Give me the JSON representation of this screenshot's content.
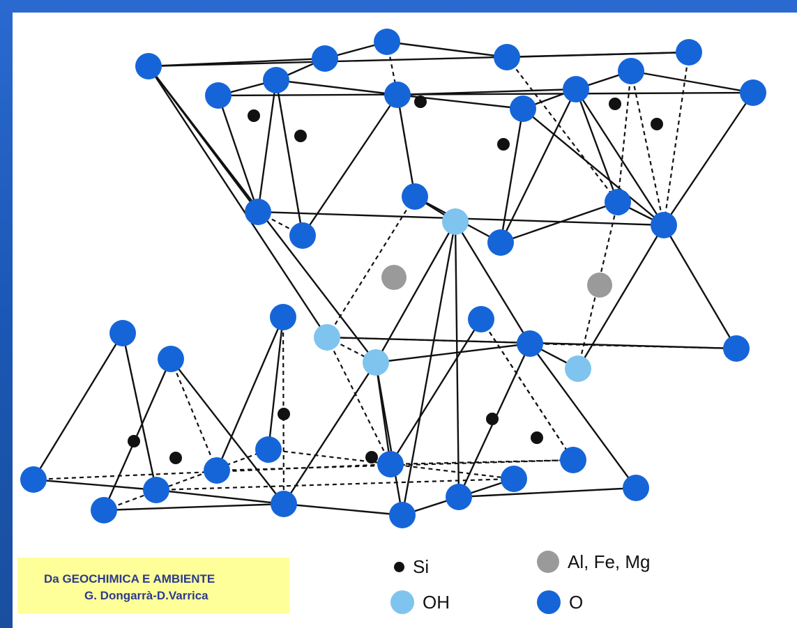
{
  "credit": {
    "line1": "Da GEOCHIMICA E AMBIENTE",
    "line2": "G. Dongarrà-D.Varrica"
  },
  "legend": [
    {
      "key": "si",
      "label": "Si",
      "color": "#111111"
    },
    {
      "key": "cation",
      "label": "Al, Fe, Mg",
      "color": "#9a9a9a"
    },
    {
      "key": "oh",
      "label": "OH",
      "color": "#7fc4ee"
    },
    {
      "key": "o",
      "label": "O",
      "color": "#1565d8"
    }
  ],
  "colors": {
    "frame": "#1c58b8",
    "oxygen": "#1565d8",
    "hydroxyl": "#7fc4ee",
    "cation": "#9a9a9a",
    "silicon": "#111111",
    "credit_bg": "#ffff99",
    "credit_text": "#2c3a8c"
  }
}
